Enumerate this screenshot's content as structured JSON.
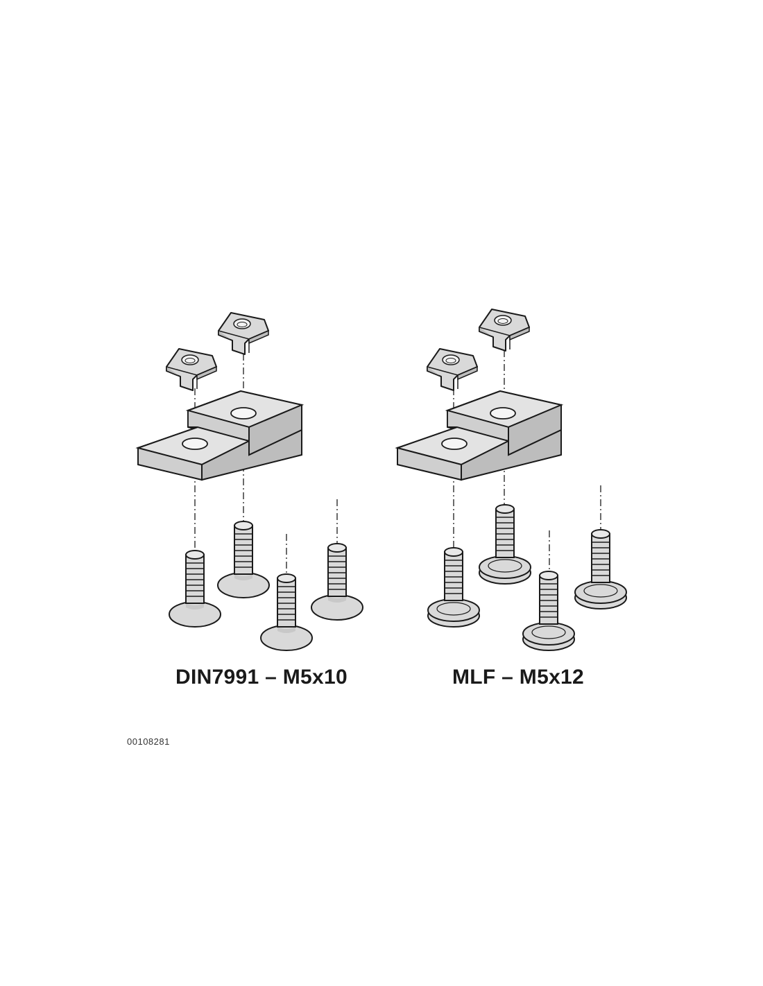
{
  "figure": {
    "sets": [
      {
        "caption": "DIN7991 – M5x10",
        "screw_type": "countersunk-screw"
      },
      {
        "caption": "MLF – M5x12",
        "screw_type": "flange-button-screw"
      }
    ],
    "document_number": "00108281"
  },
  "colors": {
    "part_fill": "#d9d9d9",
    "part_shade": "#bdbdbd",
    "outline": "#1a1a1a",
    "background": "#ffffff"
  }
}
